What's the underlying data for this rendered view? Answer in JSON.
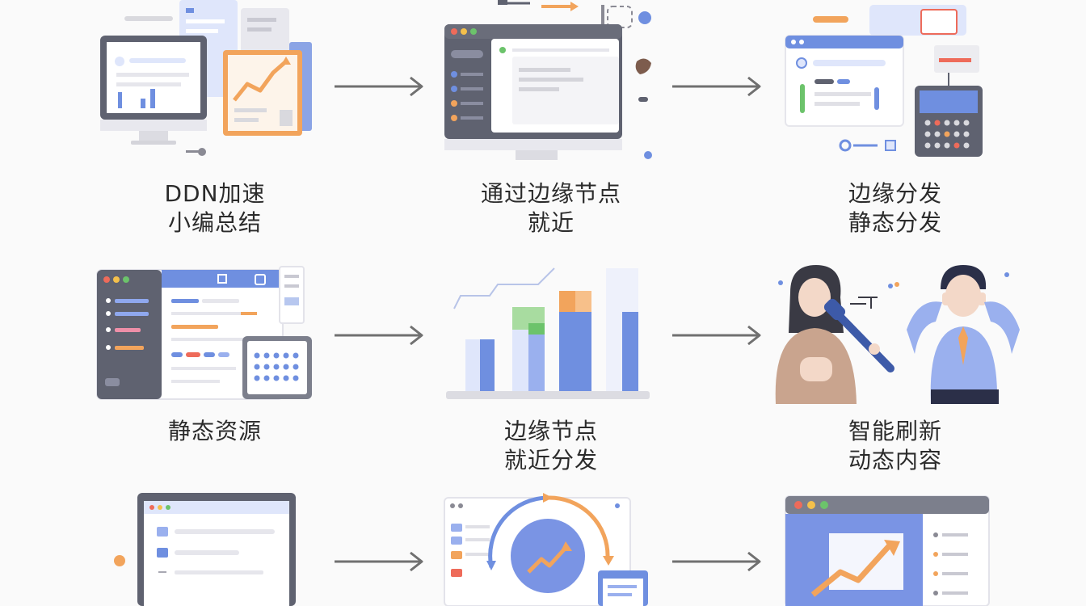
{
  "steps": [
    {
      "line1": "DDN加速",
      "line2": "小编总结"
    },
    {
      "line1": "通过边缘节点",
      "line2": "就近"
    },
    {
      "line1": "边缘分发",
      "line2": "静态分发"
    },
    {
      "line1": "静态资源",
      "line2": ""
    },
    {
      "line1": "边缘节点",
      "line2": "就近分发"
    },
    {
      "line1": "智能刷新",
      "line2": "动态内容"
    }
  ],
  "colors": {
    "blue": "#6f8fe0",
    "light_blue": "#dfe6fb",
    "orange": "#f2a45c",
    "green": "#6cc36b",
    "dark": "#5f6270",
    "grey": "#d9d9de",
    "red": "#ee6b5a",
    "yellow": "#f4c04b"
  }
}
